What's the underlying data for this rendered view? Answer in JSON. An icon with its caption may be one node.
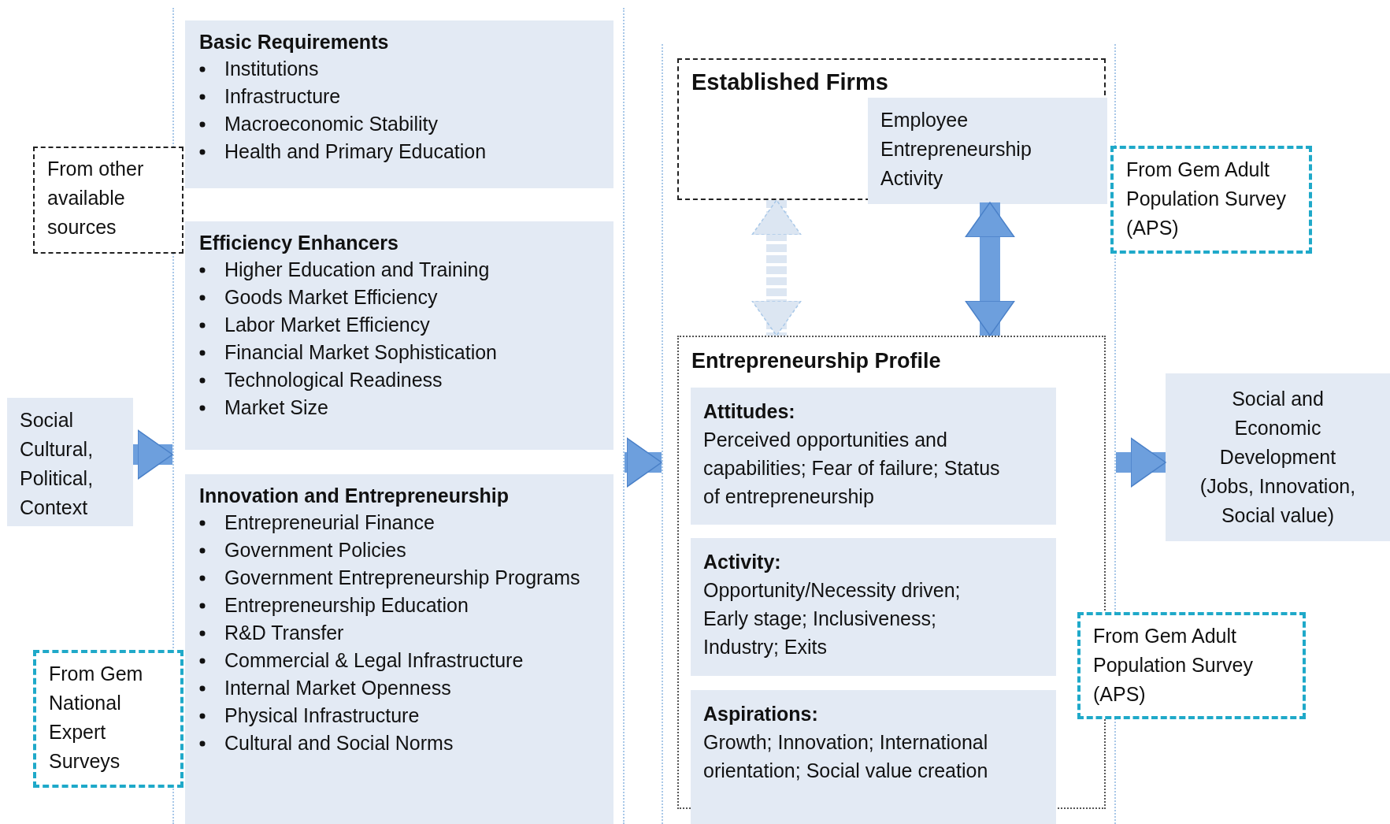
{
  "diagram": {
    "nodes": [
      {
        "text": [],
        "shape": "box"
      },
      {
        "text": [
          "Basic Requirements",
          "Institutions",
          "Infrastructure",
          "Macroeconomic Stability",
          "Health and Primary Education"
        ],
        "in": 0
      },
      {
        "text": [
          "Efficiency Enhancers",
          "Higher Education and Training",
          "Goods Market Efficiency",
          "Labor Market Efficiency",
          "Financial Market Sophistication",
          "Technological Readiness",
          "Market Size"
        ],
        "in": 0
      },
      {
        "text": [
          "Innovation and Entrepreneurship",
          "Entrepreneurial Finance",
          "Government Policies",
          "Government Entrepreneurship Programs",
          "Entrepreneurship Education",
          "R&D Transfer",
          "Commercial & Legal Infrastructure",
          "Internal Market Openness",
          "Physical Infrastructure",
          "Cultural and Social Norms"
        ],
        "in": 0
      },
      {
        "text": [
          "From other available sources"
        ]
      },
      {
        "text": [
          "Social Cultural, Political, Context"
        ]
      },
      {
        "text": [
          "From Gem National Expert Surveys"
        ]
      },
      {
        "text": [],
        "shape": "box"
      },
      {
        "text": [
          "Established Firms"
        ],
        "in": 7
      },
      {
        "text": [
          "Employee Entrepreneurship Activity"
        ],
        "in": 8
      },
      {
        "text": [
          "From Gem  Adult Population Survey (APS)"
        ]
      },
      {
        "text": [
          "Entrepreneurship Profile"
        ],
        "in": 7
      },
      {
        "text": [
          "Attitudes:",
          "Perceived opportunities and capabilities; Fear of failure; Status of entrepreneurship"
        ],
        "in": 11
      },
      {
        "text": [
          "Activity:",
          "Opportunity/Necessity driven; Early stage; Inclusiveness; Industry; Exits"
        ],
        "in": 11
      },
      {
        "text": [
          "Aspirations:",
          "Growth; Innovation; International orientation; Social value creation"
        ],
        "in": 11
      },
      {
        "text": [
          "From Gem Adult Population Survey (APS)"
        ]
      },
      {
        "text": [
          "Social  and Economic Development (Jobs, Innovation, Social value)"
        ]
      }
    ],
    "edges": [
      {
        "from": 5,
        "to": 0,
        "arrow": "to"
      },
      {
        "from": 0,
        "to": 7,
        "arrow": "to"
      },
      {
        "from": 7,
        "to": 16,
        "arrow": "to"
      },
      {
        "from": 8,
        "to": 11,
        "arrow": "both",
        "style": "dashed",
        "color": "#dce6f2"
      },
      {
        "from": 9,
        "to": 11,
        "arrow": "both"
      }
    ]
  }
}
